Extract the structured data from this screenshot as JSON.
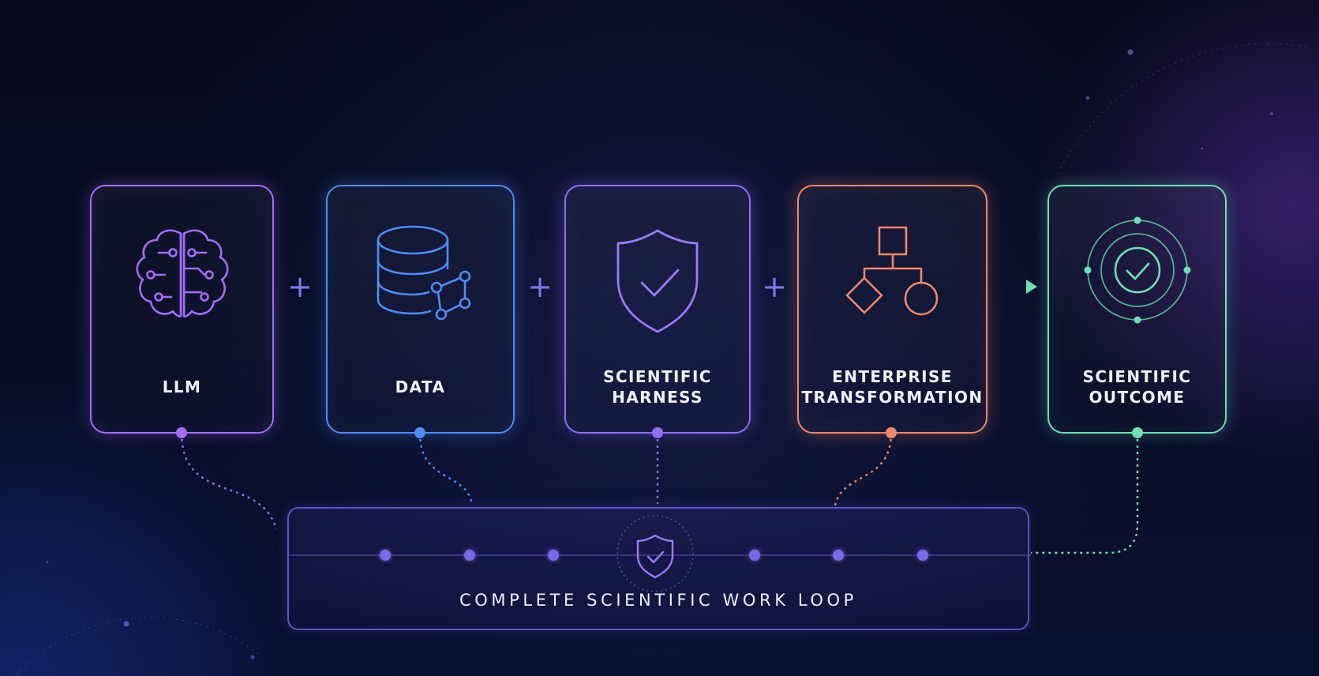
{
  "diagram": {
    "cards": [
      {
        "id": "llm",
        "label": "LLM",
        "icon": "brain-circuit-icon",
        "color": "#a46dfa"
      },
      {
        "id": "data",
        "label": "DATA",
        "icon": "database-network-icon",
        "color": "#4f8cf7"
      },
      {
        "id": "harness",
        "label": "SCIENTIFIC\nHARNESS",
        "icon": "shield-check-icon",
        "color": "#8f6ff5"
      },
      {
        "id": "enterprise",
        "label": "ENTERPRISE\nTRANSFORMATION",
        "icon": "flowchart-icon",
        "color": "#f2876a"
      },
      {
        "id": "outcome",
        "label": "SCIENTIFIC\nOUTCOME",
        "icon": "target-check-icon",
        "color": "#6fe0b3"
      }
    ],
    "operators": [
      "+",
      "+",
      "+"
    ],
    "result_operator": "arrow-right-icon",
    "loop": {
      "label": "COMPLETE SCIENTIFIC WORK LOOP",
      "icon": "shield-check-icon",
      "node_color": "#7a6ae8"
    }
  },
  "colors": {
    "background": "#070b21",
    "operator": "#7f76ec",
    "loop_border": "#6c60d8"
  }
}
